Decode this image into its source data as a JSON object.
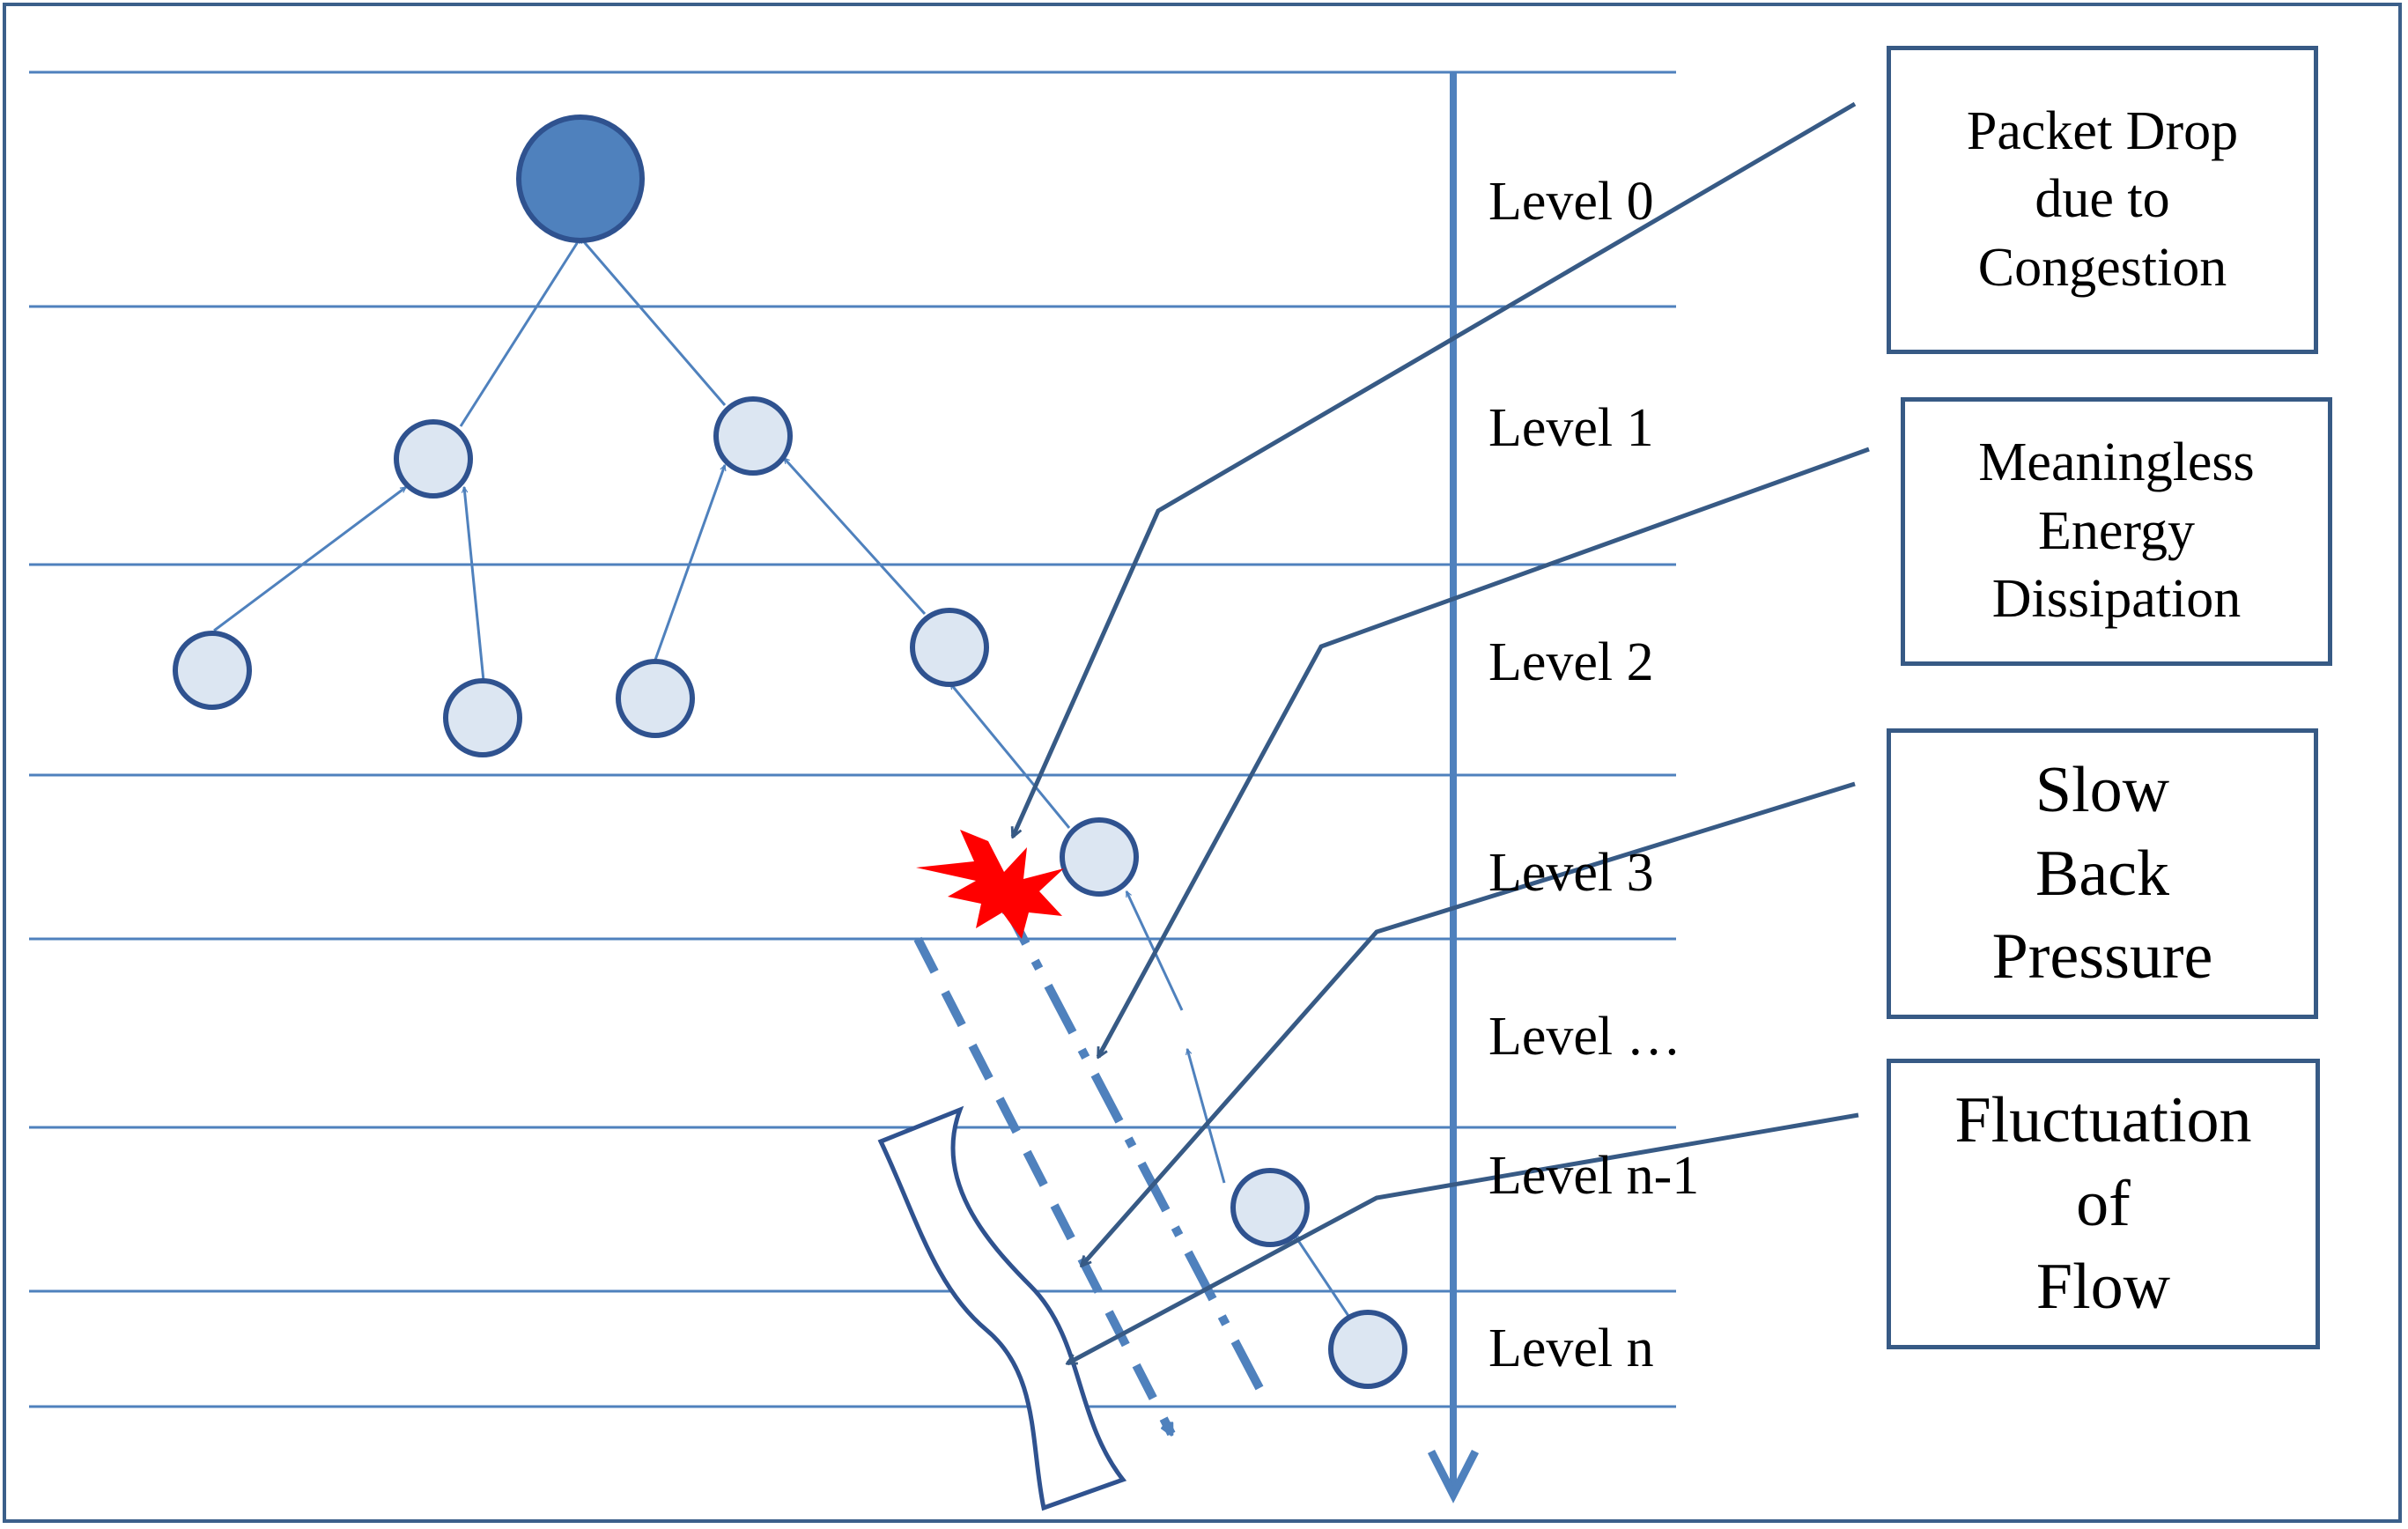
{
  "levels": [
    {
      "label": "Level 0"
    },
    {
      "label": "Level 1"
    },
    {
      "label": "Level 2"
    },
    {
      "label": "Level 3"
    },
    {
      "label": "Level …"
    },
    {
      "label": "Level n-1"
    },
    {
      "label": "Level n"
    }
  ],
  "callouts": {
    "packet_drop": {
      "lines": [
        "Packet Drop",
        "due to",
        "Congestion"
      ]
    },
    "energy": {
      "lines": [
        "Meaningless",
        "Energy",
        "Dissipation"
      ]
    },
    "back_pressure": {
      "lines": [
        "Slow",
        "Back",
        "Pressure"
      ]
    },
    "fluctuation": {
      "lines": [
        "Fluctuation",
        "of",
        "Flow"
      ]
    }
  },
  "colors": {
    "root_node_fill": "#4f81bd",
    "node_fill": "#dce6f2",
    "node_stroke": "#2f528f",
    "line": "#4f81bd",
    "callout_border": "#375a85",
    "burst": "#ff0000"
  }
}
